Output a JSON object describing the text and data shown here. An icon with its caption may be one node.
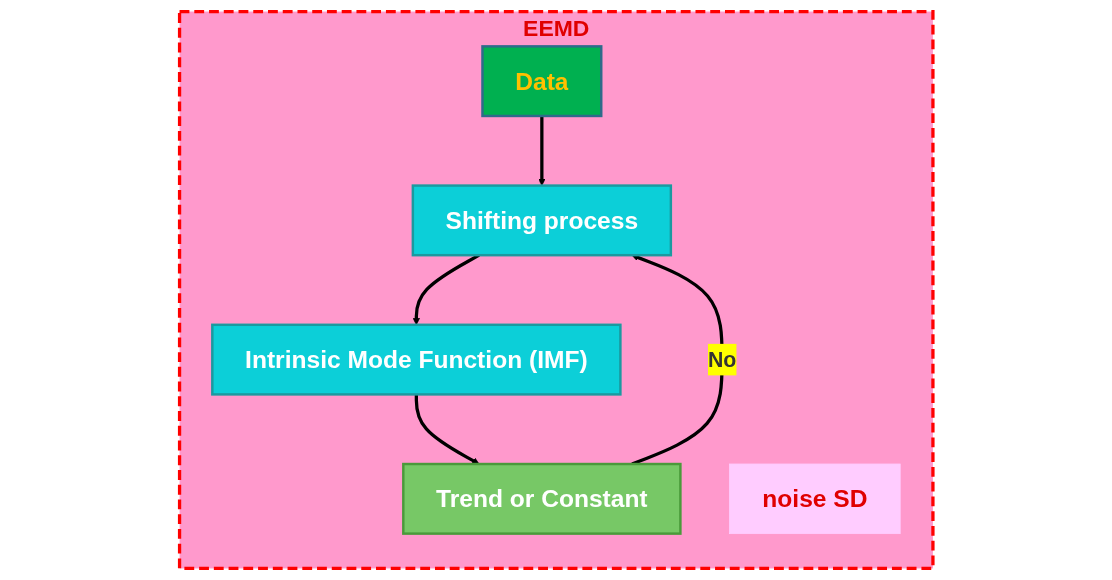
{
  "diagram": {
    "nodes": [
      {
        "text": [
          "EEMD"
        ]
      },
      {
        "text": [
          "Data"
        ],
        "in": 0
      },
      {
        "text": [
          "Shifting process"
        ],
        "in": 0
      },
      {
        "text": [
          "noise SD"
        ],
        "in": 0
      },
      {
        "text": [
          "Intrinsic Mode Function (IMF)"
        ],
        "in": 0
      },
      {
        "text": [
          "Trend  or  Constant"
        ],
        "in": 0
      }
    ],
    "edges": [
      {
        "from": 1,
        "to": 2,
        "arrow": "to"
      },
      {
        "from": 2,
        "to": 4,
        "arrow": "to"
      },
      {
        "from": 4,
        "to": 5,
        "arrow": "to"
      },
      {
        "from": 5,
        "to": 2,
        "arrow": "to",
        "label": "No"
      }
    ]
  }
}
